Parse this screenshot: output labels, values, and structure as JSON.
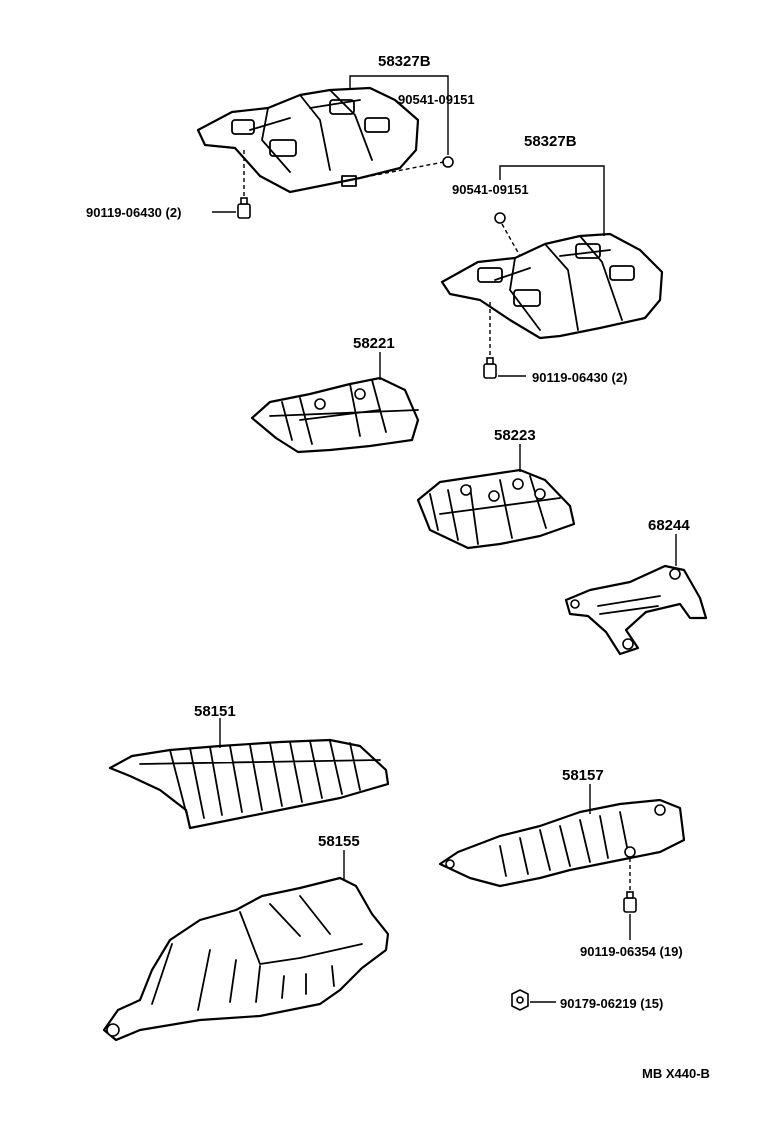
{
  "diagram_id": "MB X440-B",
  "callouts": {
    "heat_insulator_front_upper": "58327B",
    "clip_upper": "90541-09151",
    "bolt_upper_left": "90119-06430 (2)",
    "heat_insulator_rear_upper": "58327B",
    "clip_lower": "90541-09151",
    "bolt_lower_right": "90119-06430 (2)",
    "insulator_58221": "58221",
    "insulator_58223": "58223",
    "bracket_68244": "68244",
    "insulator_58151": "58151",
    "insulator_58155": "58155",
    "insulator_58157": "58157",
    "bolt_58157": "90119-06354 (19)",
    "nut": "90179-06219 (15)"
  }
}
